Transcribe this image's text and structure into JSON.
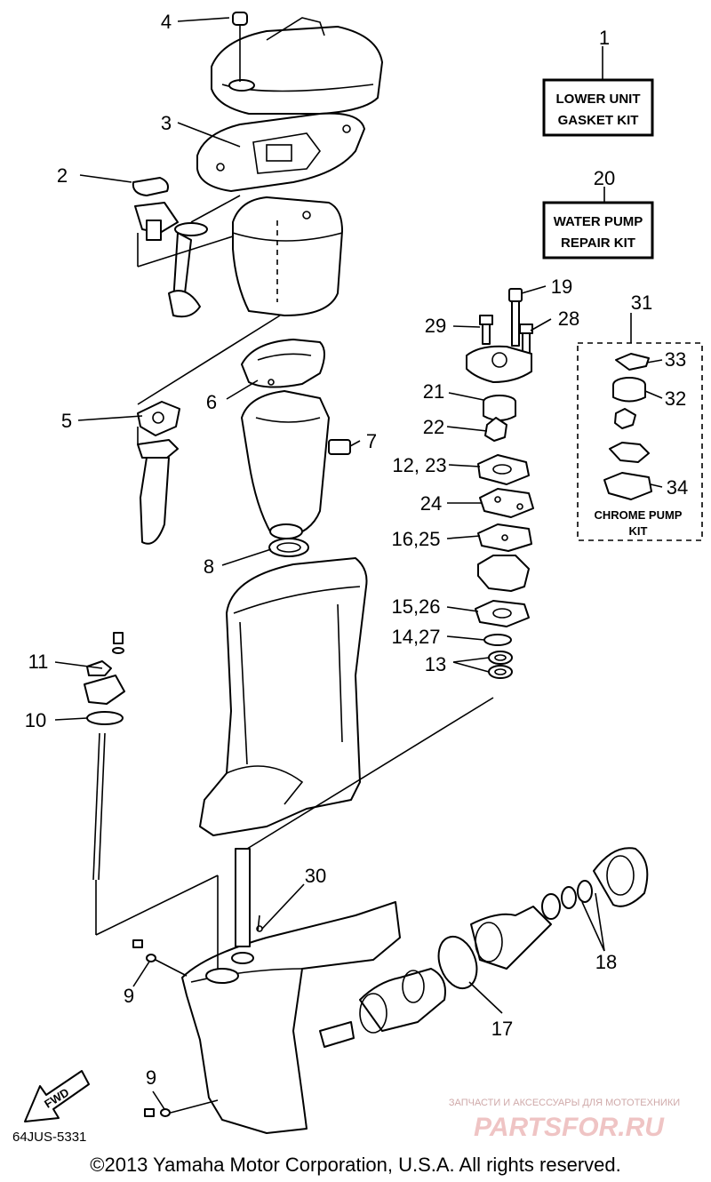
{
  "kits": {
    "lower_unit": {
      "number": "1",
      "line1": "LOWER UNIT",
      "line2": "GASKET KIT"
    },
    "water_pump": {
      "number": "20",
      "line1": "WATER PUMP",
      "line2": "REPAIR KIT"
    },
    "chrome_pump": {
      "number": "31",
      "line1": "CHROME PUMP",
      "line2": "KIT"
    }
  },
  "callouts": {
    "c2": "2",
    "c3": "3",
    "c4": "4",
    "c5": "5",
    "c6": "6",
    "c7": "7",
    "c8": "8",
    "c9a": "9",
    "c9b": "9",
    "c10": "10",
    "c11": "11",
    "c13": "13",
    "c14_27": "14,27",
    "c15_26": "15,26",
    "c16_25": "16,25",
    "c12_23": "12, 23",
    "c17": "17",
    "c18": "18",
    "c19": "19",
    "c21": "21",
    "c22": "22",
    "c24": "24",
    "c28": "28",
    "c29": "29",
    "c30": "30",
    "c32": "32",
    "c33": "33",
    "c34": "34"
  },
  "fwd_label": "FWD",
  "diagram_code": "64JUS-5331",
  "watermark": {
    "line1": "ЗАПЧАСТИ И АКСЕССУАРЫ ДЛЯ МОТОТЕХНИКИ",
    "line2": "PARTSFOR.RU"
  },
  "copyright": "©2013 Yamaha Motor Corporation, U.S.A. All rights reserved."
}
